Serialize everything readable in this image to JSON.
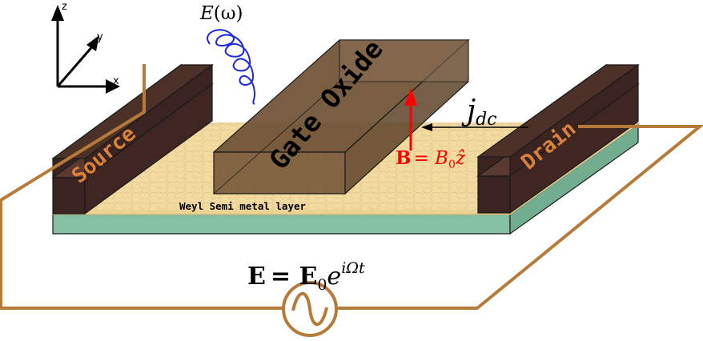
{
  "labels": {
    "gate_oxide": "Gate Oxide",
    "source": "Source",
    "drain": "Drain",
    "layer": "Weyl Semi metal layer",
    "light_field_E": "E",
    "light_field_omega": "(ω)",
    "current_j": "j",
    "current_sub": "dc",
    "magnetic_field_B": "B",
    "magnetic_field_eq": "= B",
    "magnetic_field_sub": "0",
    "magnetic_field_zhat": "ẑ",
    "ac_field_E": "E",
    "ac_field_eq": "= E",
    "ac_field_sub": "0",
    "ac_field_e": "e",
    "ac_field_exp": "iΩt"
  },
  "axes": {
    "x": "x",
    "y": "y",
    "z": "z"
  },
  "colors": {
    "substrate": "#86c0a2",
    "weyl_layer": "#f3dba0",
    "contact": "#3a2320",
    "gate_oxide": "#6e5034",
    "circuit_wire": "#b77b39",
    "photon_coil": "#1a28d8",
    "magnetic_arrow": "#ff0000",
    "label_orange": "#d9803a"
  }
}
